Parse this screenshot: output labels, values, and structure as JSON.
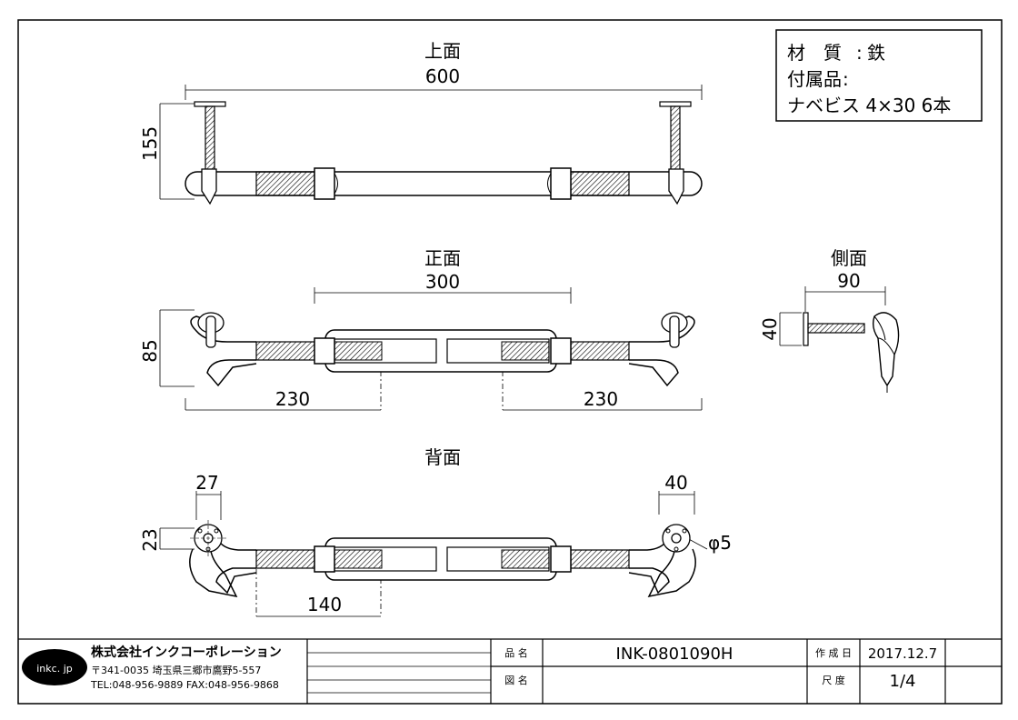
{
  "views": {
    "top": {
      "title": "上面",
      "dim_width": "600",
      "dim_height": "155"
    },
    "front": {
      "title": "正面",
      "dim_width": "300",
      "dim_height": "85",
      "dim_left": "230",
      "dim_right": "230"
    },
    "side": {
      "title": "側面",
      "dim_width": "90",
      "dim_height": "40"
    },
    "back": {
      "title": "背面",
      "dim_left_plate": "27",
      "dim_right_plate": "40",
      "dim_height": "23",
      "dim_span": "140",
      "dim_hole": "φ5"
    }
  },
  "spec": {
    "material_label": "材　質",
    "material_value": "鉄",
    "accessory_label": "付属品",
    "accessory_value": "ナベビス 4×30  6本"
  },
  "title_block": {
    "logo": "inkc. jp",
    "company": "株式会社インクコーポレーション",
    "address": "〒341-0035 埼玉県三郷市鷹野5-557",
    "contact": "TEL:048-956-9889  FAX:048-956-9868",
    "name_label": "品 名",
    "name_value": "INK-0801090H",
    "drawing_label": "図 名",
    "drawing_value": "",
    "date_label": "作 成 日",
    "date_value": "2017.12.7",
    "scale_label": "尺 度",
    "scale_value": "1/4"
  }
}
